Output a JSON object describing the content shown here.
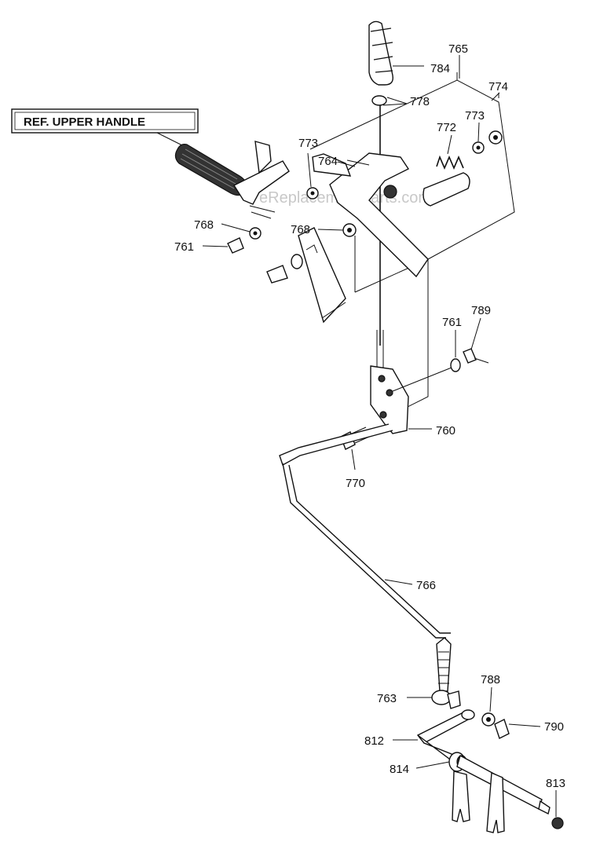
{
  "ref_label": "REF. UPPER HANDLE",
  "watermark": "eReplacementParts.com",
  "callouts": {
    "p765": "765",
    "p784": "784",
    "p774": "774",
    "p778": "778",
    "p773a": "773",
    "p773b": "773",
    "p772": "772",
    "p764": "764",
    "p768a": "768",
    "p768b": "768",
    "p761a": "761",
    "p761b": "761",
    "p789": "789",
    "p760": "760",
    "p770": "770",
    "p766": "766",
    "p763": "763",
    "p788": "788",
    "p790": "790",
    "p812": "812",
    "p814": "814",
    "p813": "813"
  }
}
